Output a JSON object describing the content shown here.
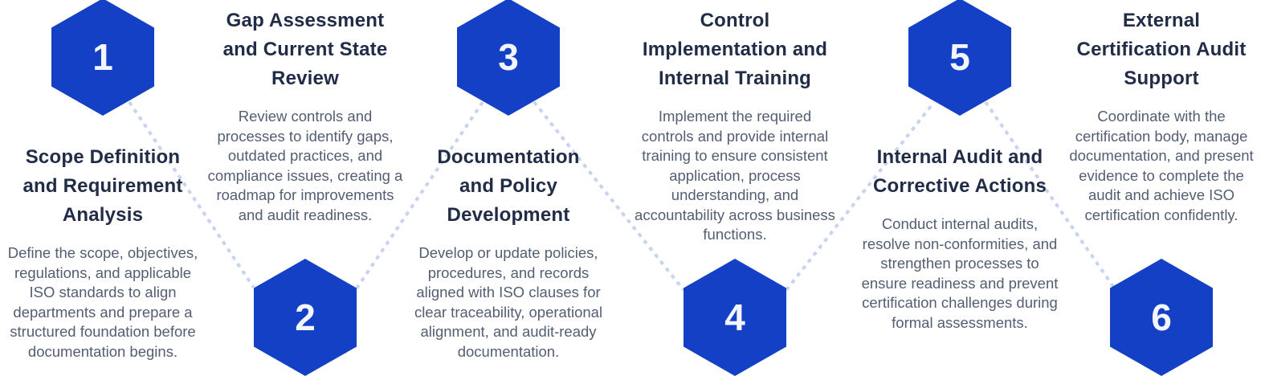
{
  "steps": [
    {
      "number": "1",
      "title": "Scope Definition and Requirement Analysis",
      "description": "Define the scope, objectives, regulations, and applicable ISO standards to align departments and prepare a structured foundation before documentation begins.",
      "hexagon_position": "top"
    },
    {
      "number": "2",
      "title": "Gap Assessment and Current State Review",
      "description": "Review controls and processes to identify gaps, outdated practices, and compliance issues, creating a roadmap for improvements and audit readiness.",
      "hexagon_position": "bottom"
    },
    {
      "number": "3",
      "title": "Documentation and Policy Development",
      "description": "Develop or update policies, procedures, and records aligned with ISO clauses for clear traceability, operational alignment, and audit-ready documentation.",
      "hexagon_position": "top"
    },
    {
      "number": "4",
      "title": "Control Implementation and Internal Training",
      "description": "Implement the required controls and provide internal training to ensure consistent application, process understanding, and accountability across business functions.",
      "hexagon_position": "bottom"
    },
    {
      "number": "5",
      "title": "Internal Audit and Corrective Actions",
      "description": "Conduct internal audits, resolve non-conformities, and strengthen processes to ensure readiness and prevent certification challenges during formal assessments.",
      "hexagon_position": "top"
    },
    {
      "number": "6",
      "title": "External Certification Audit Support",
      "description": "Coordinate with the certification body, manage documentation, and present evidence to complete the audit and achieve ISO certification confidently.",
      "hexagon_position": "bottom"
    }
  ],
  "colors": {
    "hexagon_blue": "#1340c4",
    "number_white": "#f3f7fd",
    "title_navy": "#212c46",
    "description_gray": "#535e73",
    "connector_light_blue": "#c7d3ef",
    "canvas_bg": "#ffffff"
  }
}
